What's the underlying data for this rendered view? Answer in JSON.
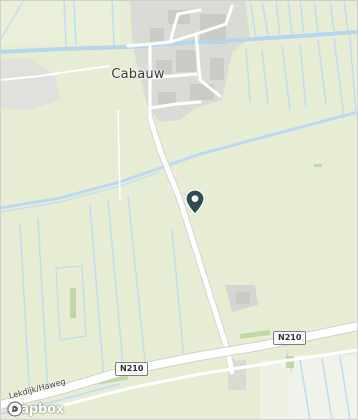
{
  "map": {
    "place_label": "Cabauw",
    "road_shields": [
      "N210",
      "N210"
    ],
    "road_name": "Lekdijk/Haweg",
    "attribution_logo": "mapbox",
    "colors": {
      "land": "#e6edd4",
      "water": "#b9d9ef",
      "road": "#ffffff",
      "road_casing": "#d8d8cf",
      "urban": "#d7d9d4",
      "building": "#c4c6c1",
      "marker": "#2f4d52"
    },
    "marker_icon": "location-pin-icon",
    "logo_icon": "mapbox-logo-icon"
  }
}
